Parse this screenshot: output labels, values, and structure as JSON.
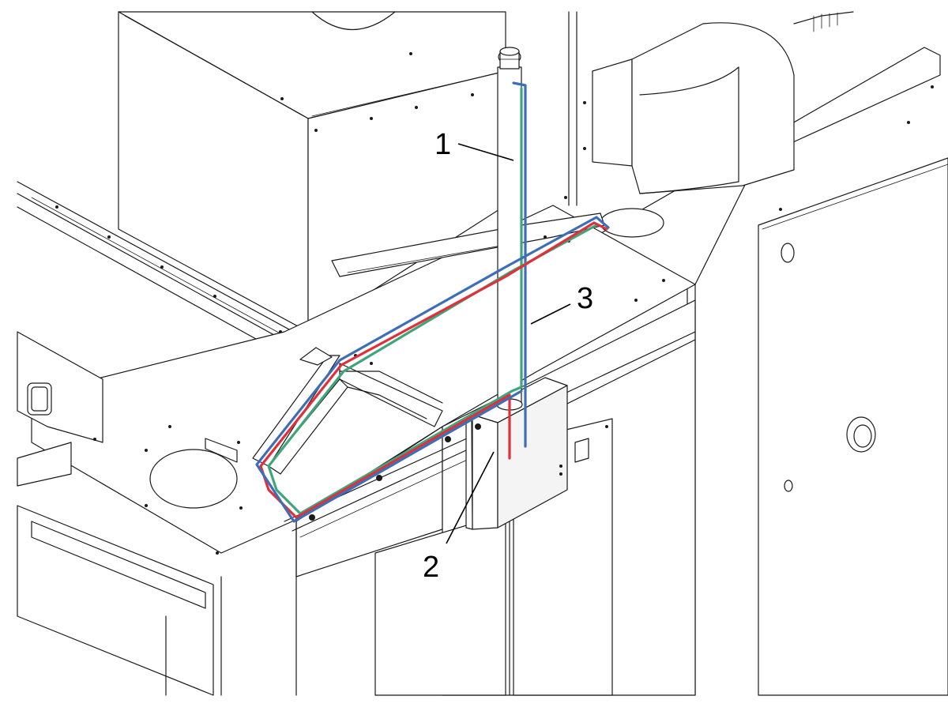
{
  "colors": {
    "wire_blue": "#3d6fb8",
    "wire_red": "#e0303a",
    "wire_green": "#3fa57a",
    "line": "#1a1a1a",
    "background": "#ffffff"
  },
  "callouts": [
    {
      "id": "1",
      "label": "1"
    },
    {
      "id": "2",
      "label": "2"
    },
    {
      "id": "3",
      "label": "3"
    }
  ]
}
